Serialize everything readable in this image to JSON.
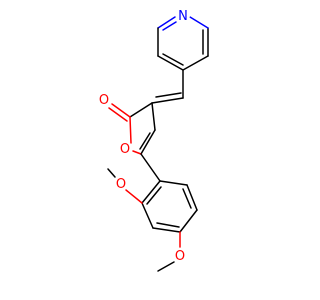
{
  "molecule": {
    "atoms": {
      "pyridine_n": {
        "symbol": "N",
        "color": "#0000ff"
      },
      "carbonyl_o": {
        "symbol": "O",
        "color": "#ff0000"
      },
      "ring_o": {
        "symbol": "O",
        "color": "#ff0000"
      },
      "methoxy_o_2": {
        "symbol": "O",
        "color": "#ff0000"
      },
      "methoxy_o_4": {
        "symbol": "O",
        "color": "#ff0000"
      }
    }
  }
}
